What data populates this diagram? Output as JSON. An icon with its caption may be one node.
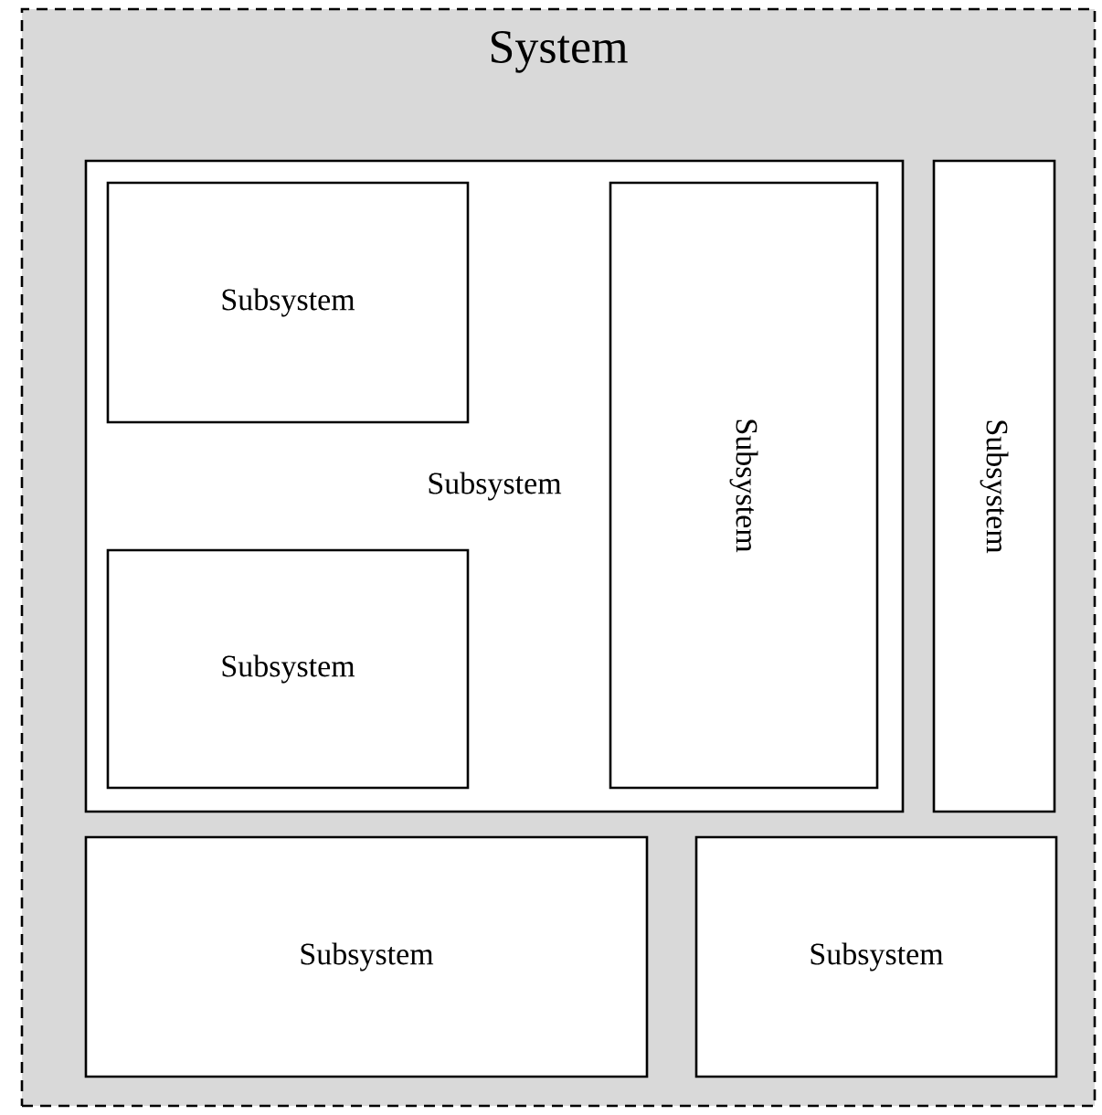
{
  "diagram": {
    "nodes": [
      {
        "text": [
          "System"
        ]
      },
      {
        "text": [
          "Subsystem"
        ],
        "in": 0
      },
      {
        "text": [
          "Subsystem"
        ],
        "in": 1
      },
      {
        "text": [
          "Subsystem"
        ],
        "in": 1
      },
      {
        "text": [
          "Subsystem"
        ],
        "in": 1
      },
      {
        "text": [
          "Subsystem"
        ],
        "in": 0
      },
      {
        "text": [
          "Subsystem"
        ],
        "in": 0
      },
      {
        "text": [
          "Subsystem"
        ],
        "in": 0
      }
    ]
  }
}
